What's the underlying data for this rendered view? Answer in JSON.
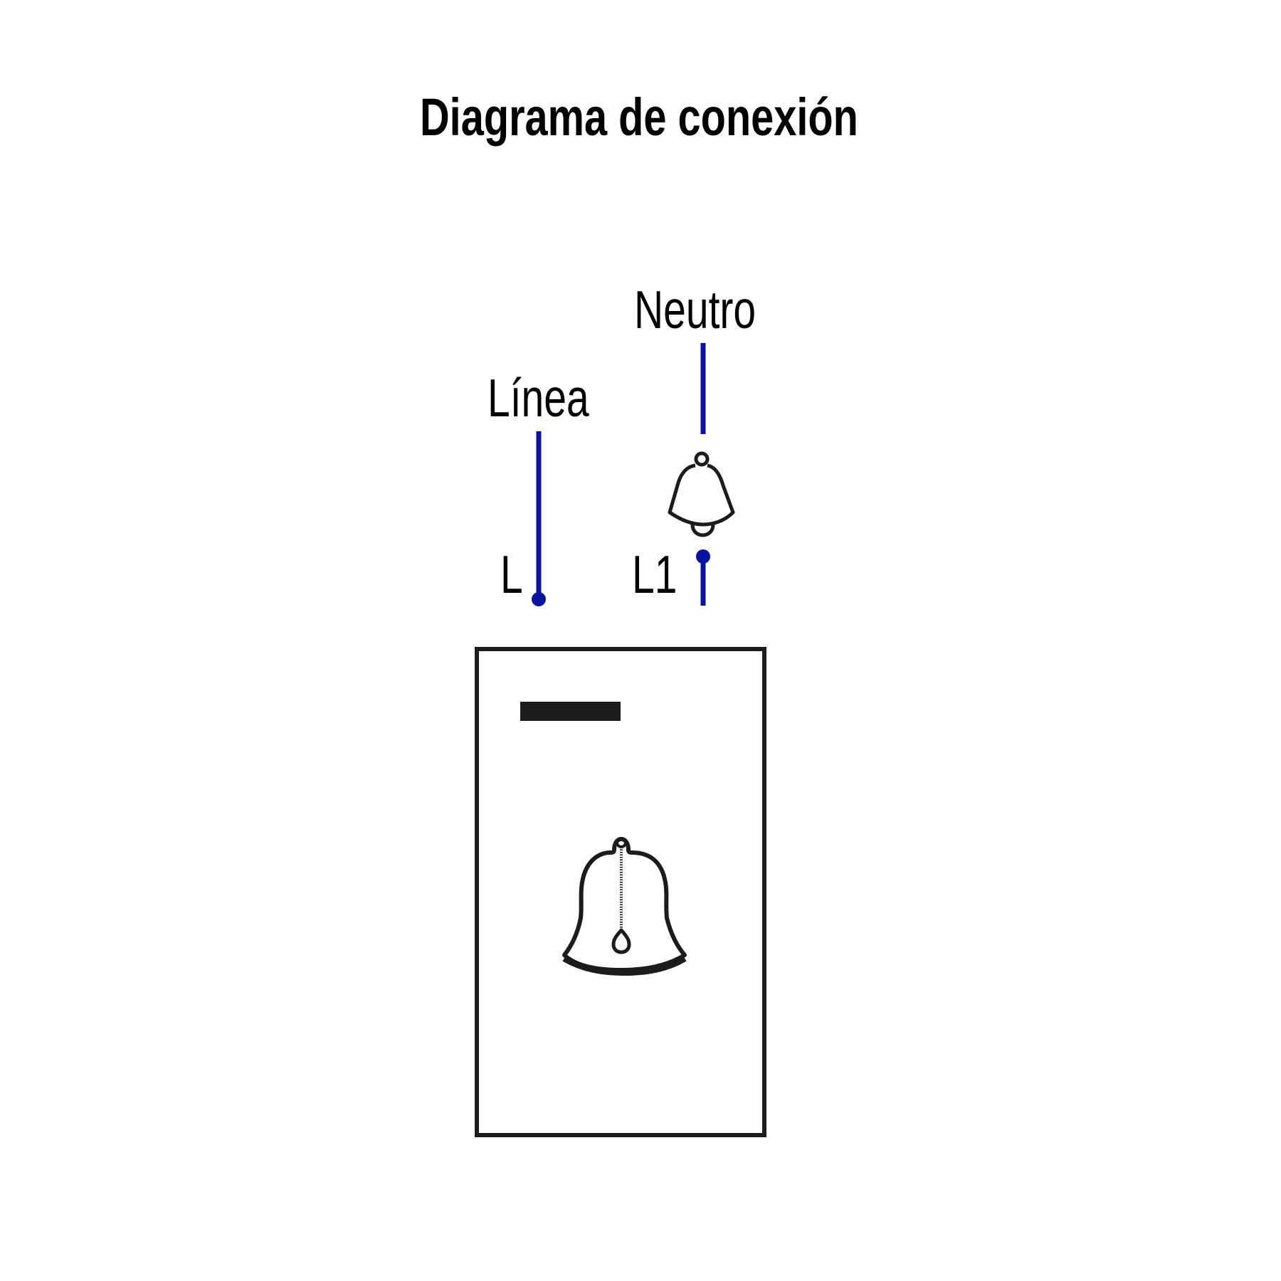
{
  "title": "Diagrama de conexión",
  "labels": {
    "neutral": "Neutro",
    "line": "Línea",
    "terminal_l": "L",
    "terminal_l1": "L1"
  },
  "colors": {
    "wire": "#0a12a0",
    "outline": "#1c1c1c",
    "text": "#000000",
    "background": "#ffffff"
  },
  "components": {
    "bell_symbol": "bell-icon",
    "switch_plate": "doorbell-push-button",
    "plate_bell_icon": "bell-icon"
  }
}
